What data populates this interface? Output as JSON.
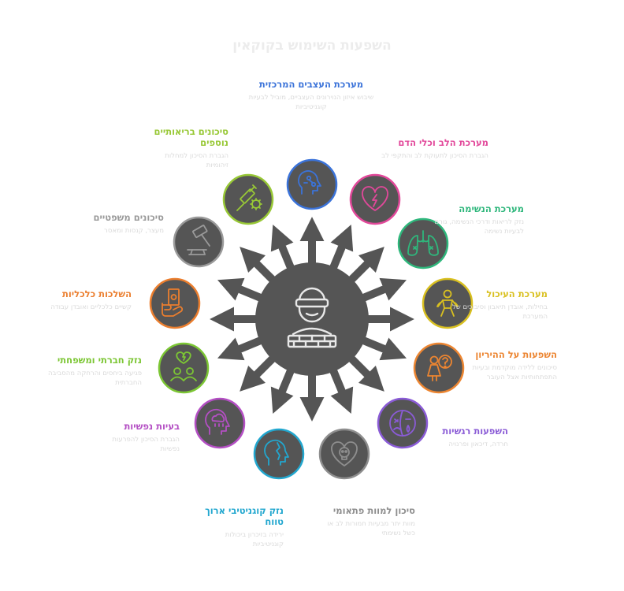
{
  "title": "השפעות השימוש בקוקאין",
  "center": {
    "icon": "person-blindfold-bricks-icon",
    "color": "#555555"
  },
  "items": [
    {
      "id": "cns",
      "title": "מערכת העצבים המרכזית",
      "description": "שיבוש איזון הנוירונים העצביים, מוביל לבעיות קוגניטיביות",
      "color": "#3b73d9",
      "icon": "head-neurons-icon"
    },
    {
      "id": "heart",
      "title": "מערכת הלב וכלי הדם",
      "description": "הגברת הסיכון לתעוקת לב והתקפי לב",
      "color": "#e2489a",
      "icon": "broken-heart-icon"
    },
    {
      "id": "lungs",
      "title": "מערכת הנשימה",
      "description": "נזק לריאות ודרכי הנשימה, גורם לבעיות נשימה",
      "color": "#2fb77c",
      "icon": "lungs-icon"
    },
    {
      "id": "skeleton",
      "title": "מערכת העיכול",
      "description": "בחילות, אובדן תיאבון וסיבוכים של המערכת",
      "color": "#d9c020",
      "icon": "body-stress-icon"
    },
    {
      "id": "pregnancy",
      "title": "השפעות על ההיריון",
      "description": "סיכונים ללידה מוקדמת ובעיות התפתחותיות אצל העובר",
      "color": "#ec8531",
      "icon": "pregnant-woman-question-icon"
    },
    {
      "id": "emotional",
      "title": "השפעות רגשיות",
      "description": "חרדה, דיכאון ופרנויה",
      "color": "#8a5bd6",
      "icon": "sad-mask-face-icon"
    },
    {
      "id": "death",
      "title": "סיכון למוות פתאומי",
      "description": "מוות יתר מבעיות חמורות לב או כשל נשימתי",
      "color": "#8e8e8e",
      "icon": "heart-skull-icon"
    },
    {
      "id": "cognitive",
      "title": "נזק קוגניטיבי ארוך טווח",
      "description": "ירידה בזיכרון ביכולות קוגניטיביות",
      "color": "#22a7cf",
      "icon": "head-crack-icon"
    },
    {
      "id": "mental",
      "title": "בעיות נפשיות",
      "description": "הגברת הסיכון להפרעות נפשיות",
      "color": "#b44fc4",
      "icon": "storm-cloud-head-icon"
    },
    {
      "id": "social",
      "title": "נזק חברתי ומשפחתי",
      "description": "פגיעה ביחסים והרחקה מהסביבה החברתית",
      "color": "#7cc634",
      "icon": "broken-heart-couple-icon"
    },
    {
      "id": "financial",
      "title": "השלכות כלכליות",
      "description": "קשיים כלכליים ואובדן עבודה",
      "color": "#eb7e2e",
      "icon": "money-hand-icon"
    },
    {
      "id": "legal",
      "title": "סיכונים משפטיים",
      "description": "מעצר, קנסות ומאסר",
      "color": "#9a9a9a",
      "icon": "gavel-icon"
    },
    {
      "id": "health",
      "title": "סיכונים בריאותיים נוספים",
      "description": "הגברת הסיכון למחלות זיהומיות",
      "color": "#98c836",
      "icon": "syringe-virus-icon"
    }
  ]
}
